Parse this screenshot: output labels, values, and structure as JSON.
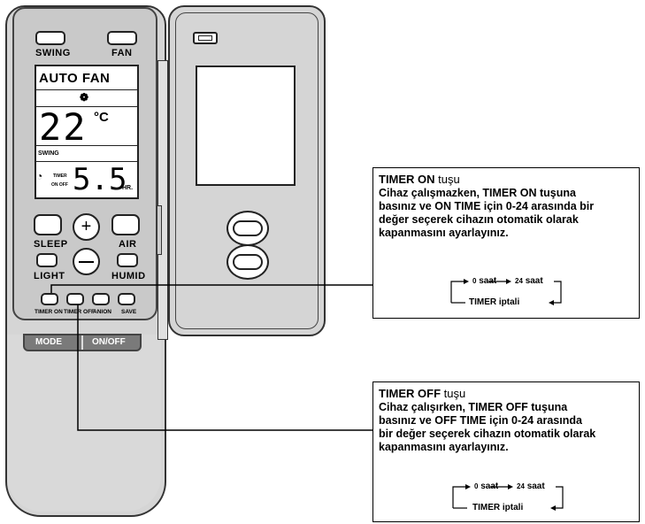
{
  "remote": {
    "swing_btn_label": "SWING",
    "fan_btn_label": "FAN",
    "lcd": {
      "auto_fan": "AUTO FAN",
      "fan_icon": "fan-icon",
      "temp": "22",
      "temp_unit": "°C",
      "swing": "SWING",
      "timer": "TIMER",
      "on_off": "ON OFF",
      "hours": "5.5",
      "hours_unit": "HR."
    },
    "plus_symbol": "+",
    "sleep_label": "SLEEP",
    "air_label": "AIR",
    "light_label": "LIGHT",
    "humid_label": "HUMID",
    "timer_on_label": "TIMER ON",
    "timer_off_label": "TIMER OFF",
    "anion_label": "ANION",
    "save_label": "SAVE",
    "mode_label": "MODE",
    "onoff_label": "ON/OFF"
  },
  "callout_on": {
    "title_bold": "TIMER ON",
    "title_rest": " tuşu",
    "lines": [
      "Cihaz çalışmazken, TIMER ON tuşuna",
      "basınız ve ON TIME için 0-24 arasında bir",
      "değer seçerek cihazın otomatik olarak",
      "kapanmasını ayarlayınız."
    ],
    "cycle": {
      "start": "0",
      "start_unit": "saat",
      "end": "24",
      "end_unit": "saat",
      "cancel": "TIMER iptali"
    }
  },
  "callout_off": {
    "title_bold": "TIMER OFF",
    "title_rest": " tuşu",
    "lines": [
      "Cihaz çalışırken, TIMER OFF tuşuna",
      "basınız ve OFF TIME için 0-24 arasında",
      "bir değer seçerek cihazın otomatik olarak",
      "kapanmasını ayarlayınız."
    ],
    "cycle": {
      "start": "0",
      "start_unit": "saat",
      "end": "24",
      "end_unit": "saat",
      "cancel": "TIMER iptali"
    }
  }
}
